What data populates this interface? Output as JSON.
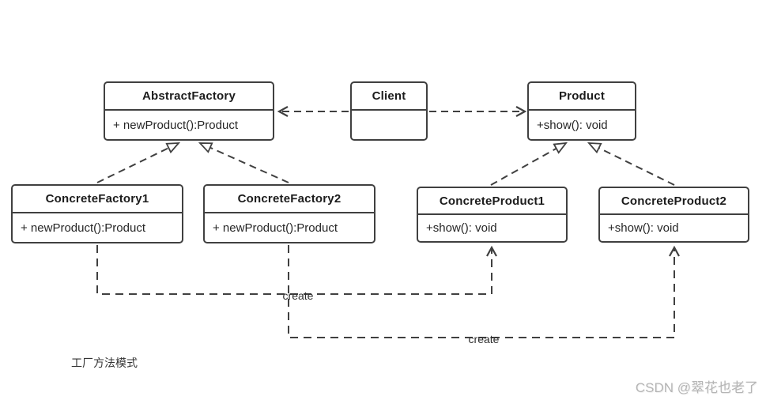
{
  "diagram": {
    "caption": "工厂方法模式",
    "watermark": "CSDN @翠花也老了",
    "colors": {
      "line": "#404040",
      "box_border": "#404040",
      "box_fill": "#ffffff",
      "title_text": "#1c1c1c",
      "member_text": "#262626",
      "watermark_text": "#b5b5b5"
    },
    "classes": [
      {
        "name": "AbstractFactory",
        "methods": [
          "+ newProduct():Product"
        ]
      },
      {
        "name": "Client",
        "methods": []
      },
      {
        "name": "Product",
        "methods": [
          "+show(): void"
        ]
      },
      {
        "name": "ConcreteFactory1",
        "methods": [
          "+ newProduct():Product"
        ]
      },
      {
        "name": "ConcreteFactory2",
        "methods": [
          "+ newProduct():Product"
        ]
      },
      {
        "name": "ConcreteProduct1",
        "methods": [
          "+show(): void"
        ]
      },
      {
        "name": "ConcreteProduct2",
        "methods": [
          "+show(): void"
        ]
      }
    ],
    "edges": [
      {
        "from": "Client",
        "to": "AbstractFactory",
        "type": "dependency",
        "label": ""
      },
      {
        "from": "Client",
        "to": "Product",
        "type": "dependency",
        "label": ""
      },
      {
        "from": "ConcreteFactory1",
        "to": "AbstractFactory",
        "type": "realization",
        "label": ""
      },
      {
        "from": "ConcreteFactory2",
        "to": "AbstractFactory",
        "type": "realization",
        "label": ""
      },
      {
        "from": "ConcreteProduct1",
        "to": "Product",
        "type": "realization",
        "label": ""
      },
      {
        "from": "ConcreteProduct2",
        "to": "Product",
        "type": "realization",
        "label": ""
      },
      {
        "from": "ConcreteFactory1",
        "to": "ConcreteProduct1",
        "type": "dependency",
        "label": "create"
      },
      {
        "from": "ConcreteFactory2",
        "to": "ConcreteProduct2",
        "type": "dependency",
        "label": "create"
      }
    ]
  }
}
